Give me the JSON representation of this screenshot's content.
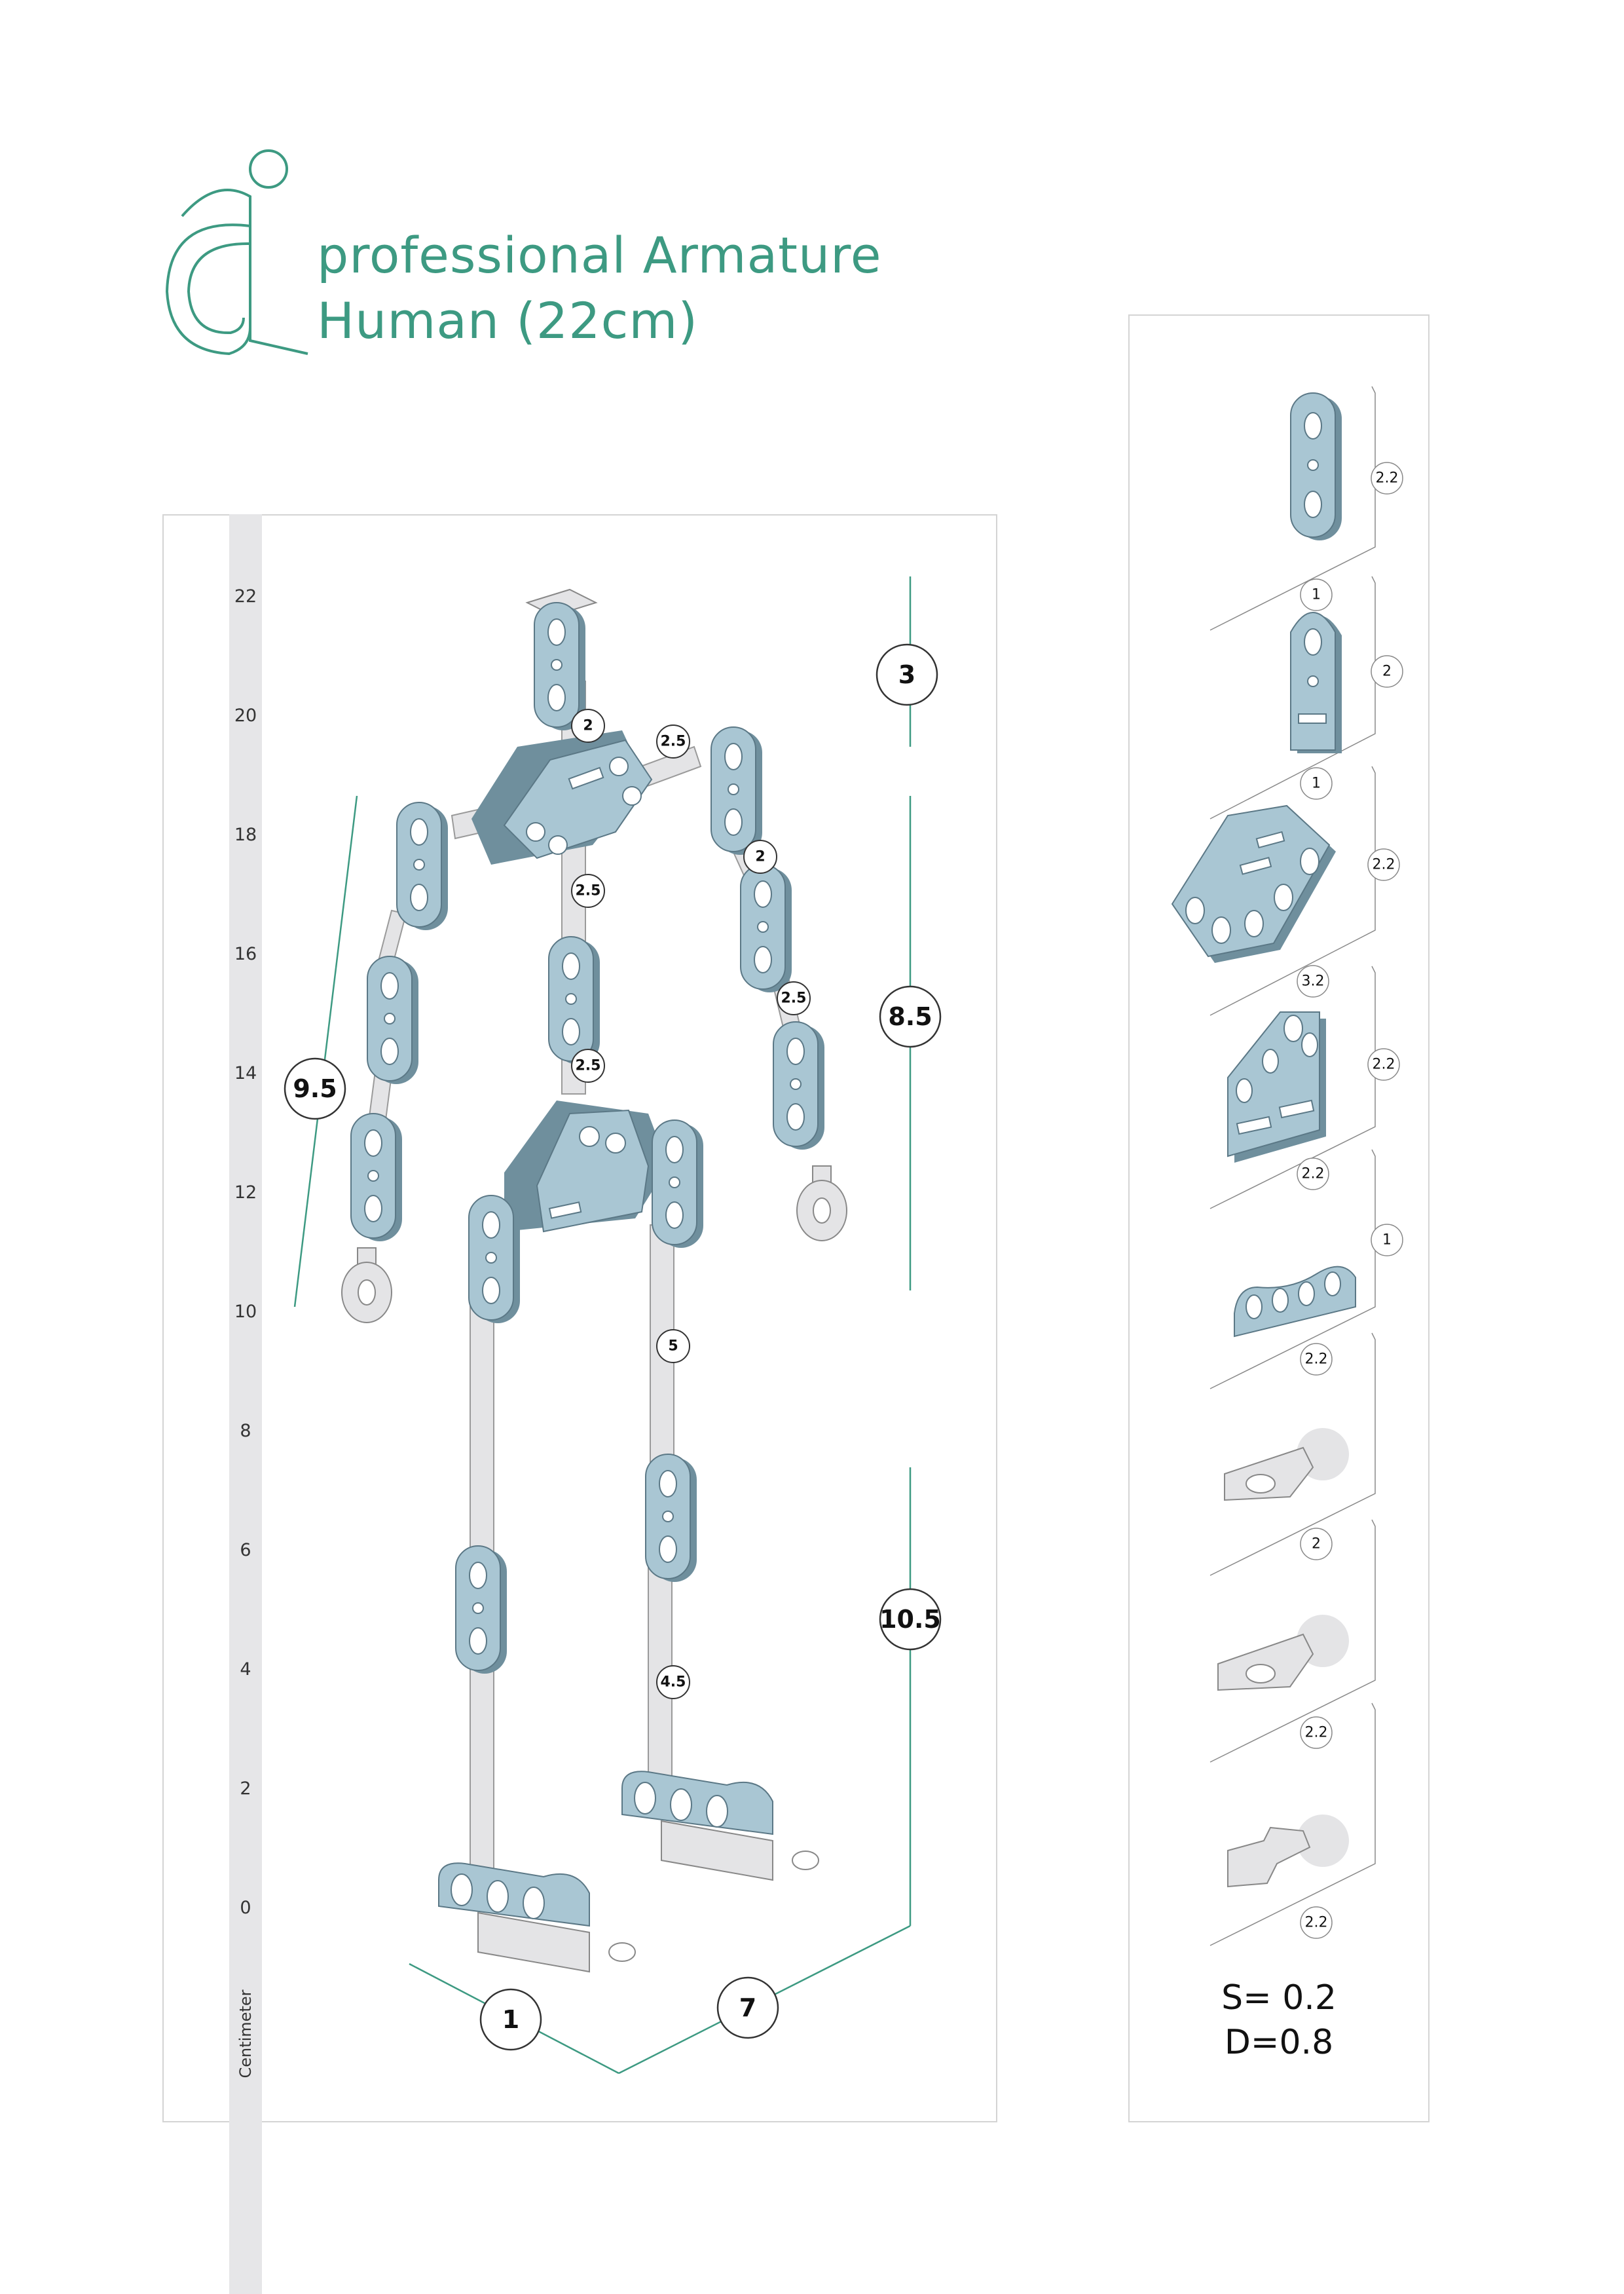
{
  "header": {
    "logo": "a-figure logo",
    "title_line1": "professional  Armature",
    "title_line2": "Human (22cm)"
  },
  "ruler": {
    "unit": "Centimeter",
    "ticks": [
      "22",
      "20",
      "18",
      "16",
      "14",
      "12",
      "10",
      "8",
      "6",
      "4",
      "2",
      "0"
    ]
  },
  "dimensions": {
    "head": "3",
    "torso": "8.5",
    "leg": "10.5",
    "arm": "9.5",
    "depth": "1",
    "width": "7"
  },
  "rod_labels": {
    "neck": "2",
    "shoulder": "2.5",
    "upper_spine": "2.5",
    "lower_spine": "2.5",
    "elbow": "2",
    "forearm": "2.5",
    "thigh": "5",
    "shin": "4.5"
  },
  "parts": [
    {
      "name": "double-hole plate",
      "height": "2.2",
      "width": "1"
    },
    {
      "name": "slotted plate",
      "height": "2",
      "width": "1"
    },
    {
      "name": "chest plate",
      "height": "2.2",
      "width": "3.2"
    },
    {
      "name": "hip plate",
      "height": "2.2",
      "width": "2.2"
    },
    {
      "name": "foot plate",
      "height": "1",
      "width": "2.2"
    },
    {
      "name": "hand eyelet",
      "width": "2"
    },
    {
      "name": "foot eyelet",
      "width": "2.2"
    },
    {
      "name": "tie-down key",
      "width": "2.2"
    }
  ],
  "specs": {
    "s": "S= 0.2",
    "d": "D=0.8"
  },
  "colors": {
    "accent": "#3d9a82",
    "plate": "#a9c6d3",
    "plate_dark": "#6f8f9d",
    "rod": "#e4e4e6"
  }
}
